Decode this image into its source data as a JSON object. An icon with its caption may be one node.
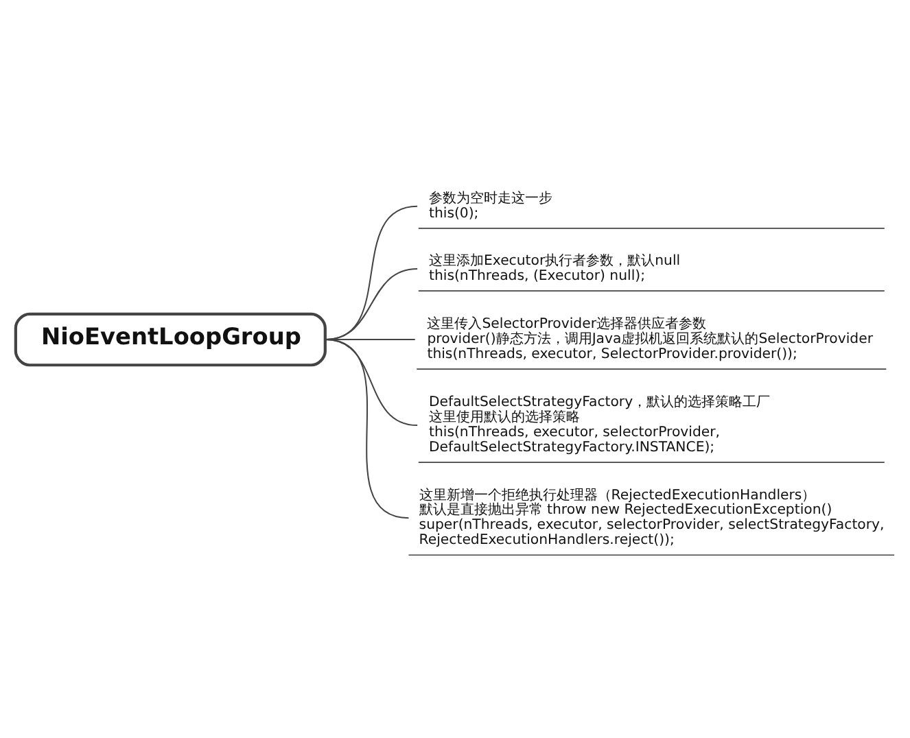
{
  "diagram": {
    "nodes": [
      {
        "text": [
          "NioEventLoopGroup"
        ]
      },
      {
        "text": [
          "参数为空时走这一步",
          "this(0);"
        ]
      },
      {
        "text": [
          "这里添加Executor执行者参数，默认null",
          "this(nThreads, (Executor) null);"
        ]
      },
      {
        "text": [
          "这里传入SelectorProvider选择器供应者参数",
          "provider()静态方法，调用Java虚拟机返回系统默认的SelectorProvider",
          "this(nThreads, executor, SelectorProvider.provider());"
        ]
      },
      {
        "text": [
          "DefaultSelectStrategyFactory，默认的选择策略工厂",
          "这里使用默认的选择策略",
          "this(nThreads, executor, selectorProvider, DefaultSelectStrategyFactory.INSTANCE);"
        ]
      },
      {
        "text": [
          "这里新增一个拒绝执行处理器（RejectedExecutionHandlers）",
          "默认是直接抛出异常 throw new RejectedExecutionException()",
          "super(nThreads, executor, selectorProvider, selectStrategyFactory, RejectedExecutionHandlers.reject());"
        ]
      }
    ],
    "edges": [
      {
        "from": 0,
        "to": 1,
        "arrow": "none"
      },
      {
        "from": 0,
        "to": 2,
        "arrow": "none"
      },
      {
        "from": 0,
        "to": 3,
        "arrow": "none"
      },
      {
        "from": 0,
        "to": 4,
        "arrow": "none"
      },
      {
        "from": 0,
        "to": 5,
        "arrow": "none"
      }
    ]
  }
}
